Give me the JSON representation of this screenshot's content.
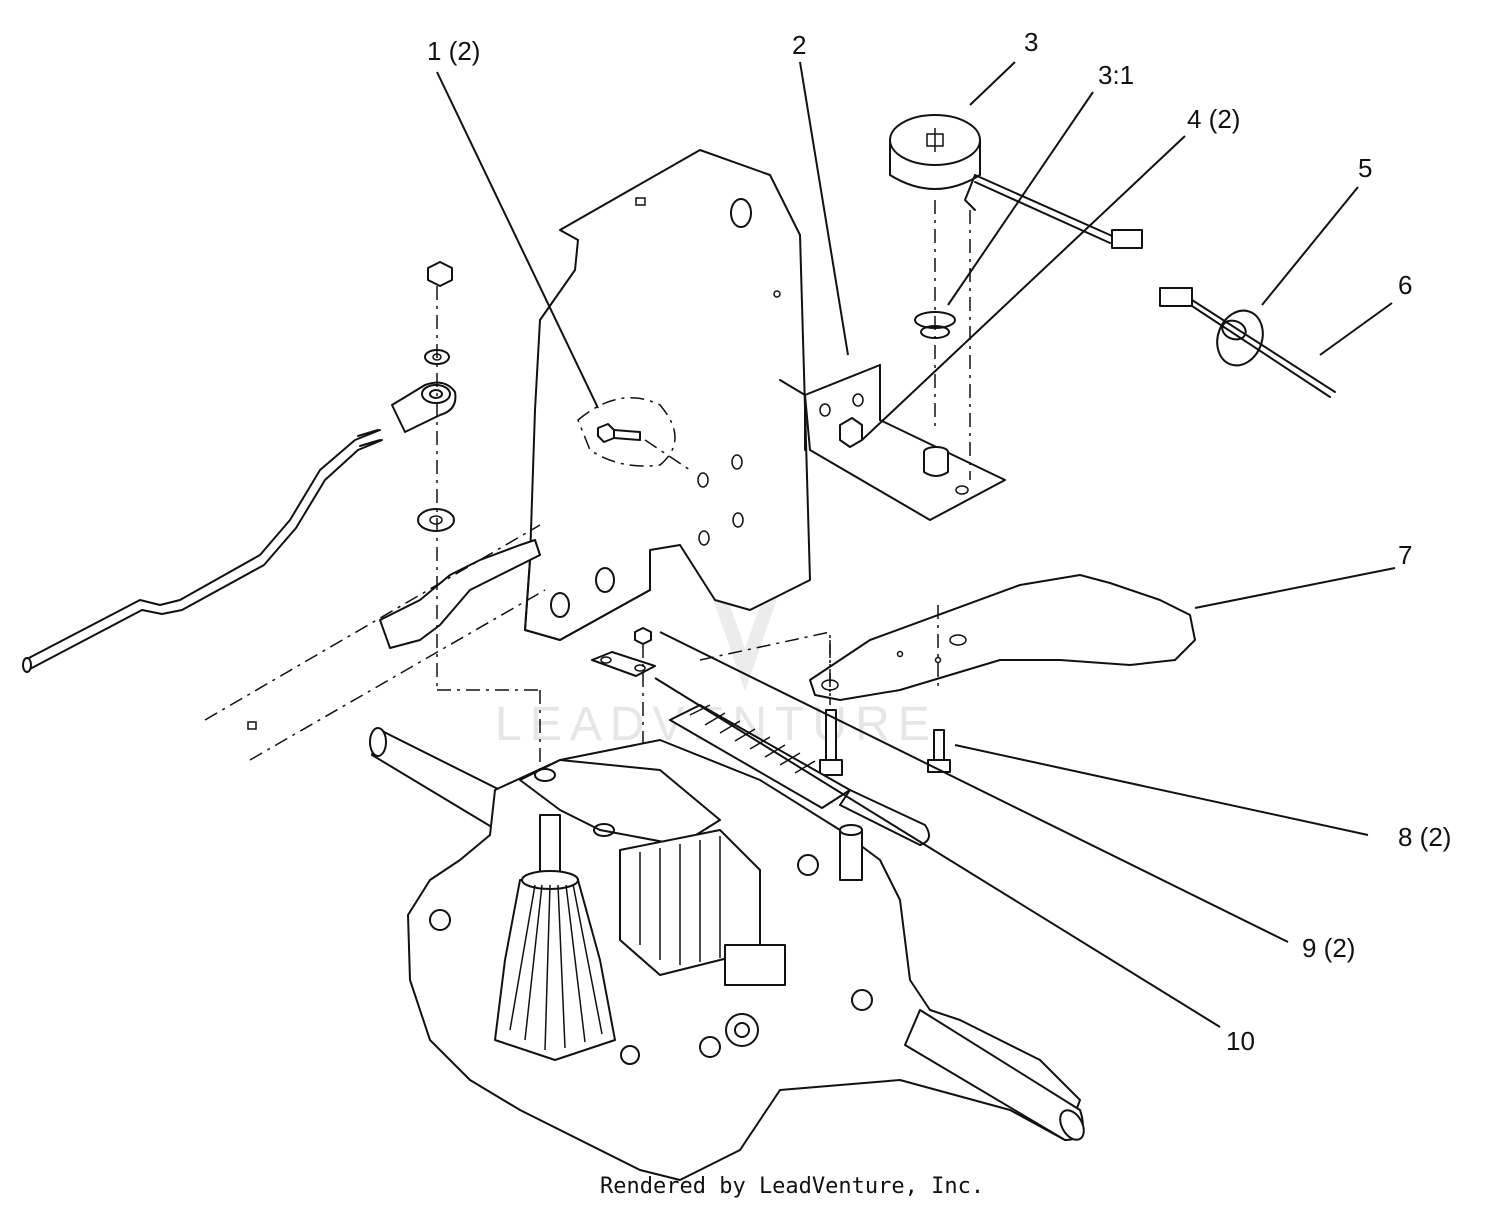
{
  "callouts": [
    {
      "id": "c1",
      "label": "1 (2)"
    },
    {
      "id": "c2",
      "label": "2"
    },
    {
      "id": "c3",
      "label": "3"
    },
    {
      "id": "c31",
      "label": "3:1"
    },
    {
      "id": "c4",
      "label": "4 (2)"
    },
    {
      "id": "c5",
      "label": "5"
    },
    {
      "id": "c6",
      "label": "6"
    },
    {
      "id": "c7",
      "label": "7"
    },
    {
      "id": "c8",
      "label": "8 (2)"
    },
    {
      "id": "c9",
      "label": "9 (2)"
    },
    {
      "id": "c10",
      "label": "10"
    }
  ],
  "watermark": {
    "text": "LEADVENTURE"
  },
  "footer": {
    "text": "Rendered by LeadVenture, Inc."
  }
}
